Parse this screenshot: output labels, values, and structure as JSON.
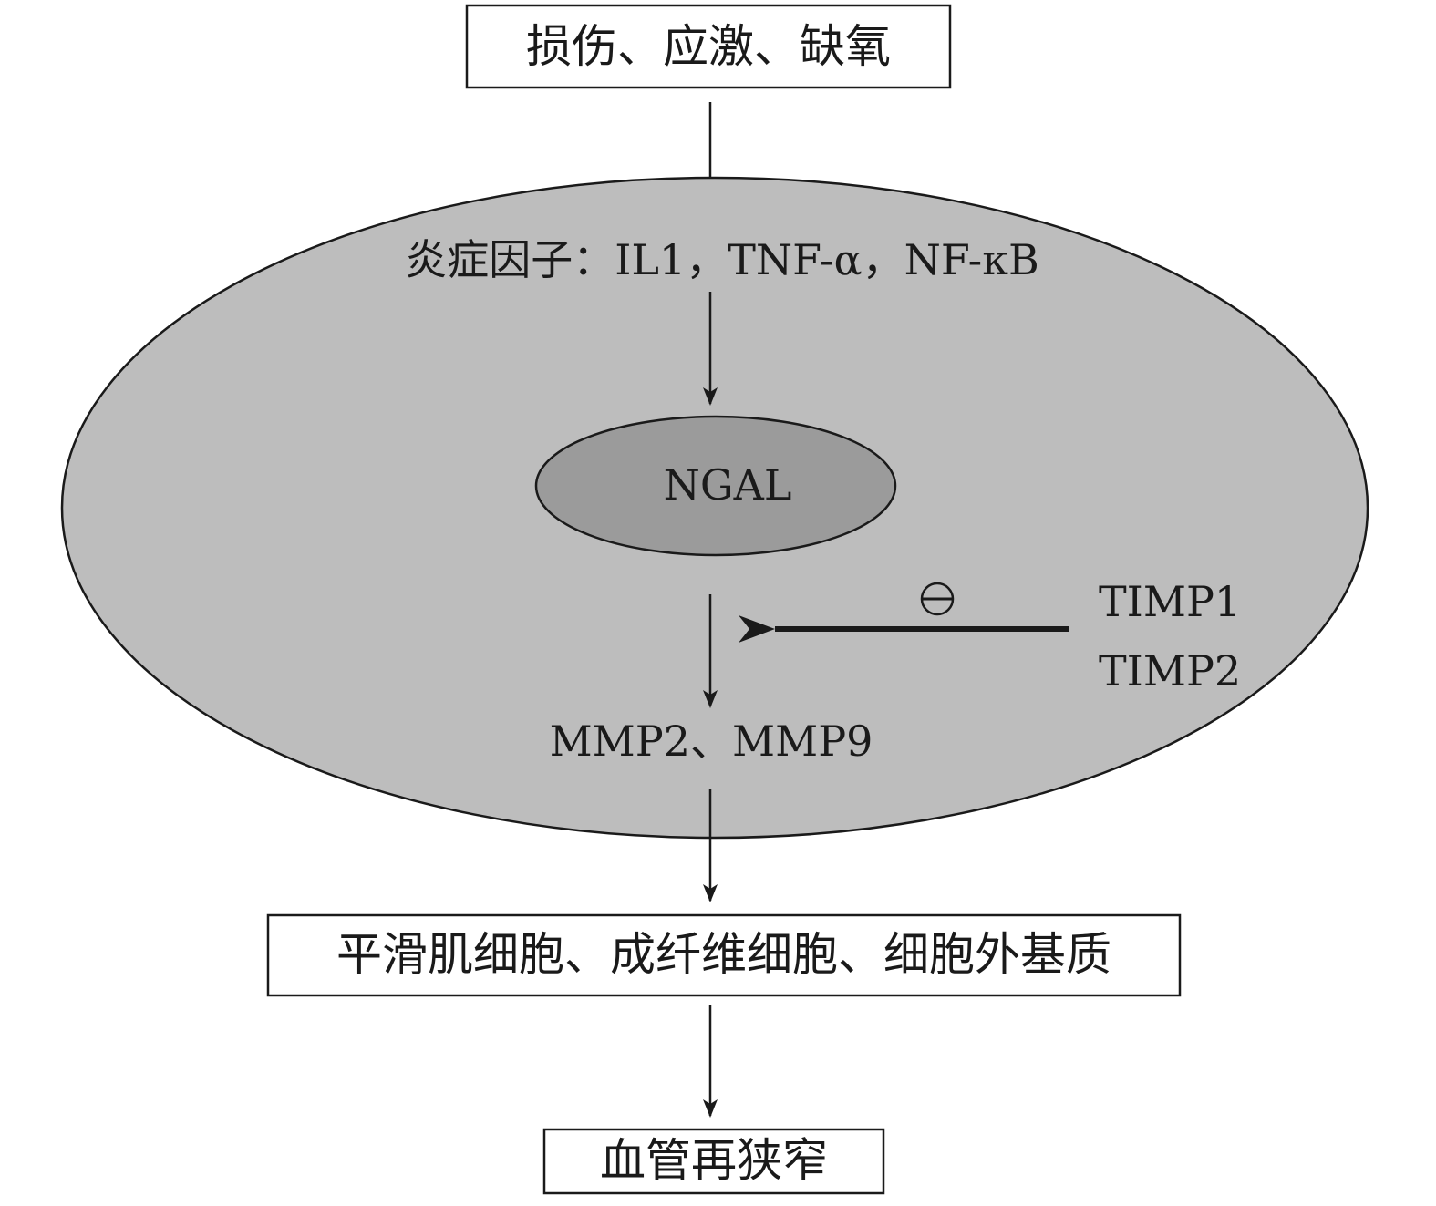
{
  "nodes": {
    "top_box": "损伤、应激、缺氧",
    "inflammatory": "炎症因子：IL1，TNF-α，NF-κB",
    "ngal": "NGAL",
    "inhibit_symbol": "⊖",
    "timp1": "TIMP1",
    "timp2": "TIMP2",
    "mmp": "MMP2、MMP9",
    "cells_box": "平滑肌细胞、成纤维细胞、细胞外基质",
    "result_box": "血管再狭窄"
  },
  "colors": {
    "cell_fill": "#bdbdbd",
    "nucleus_fill": "#9b9b9b",
    "stroke": "#1a1a1a",
    "text": "#1a1a1a"
  }
}
